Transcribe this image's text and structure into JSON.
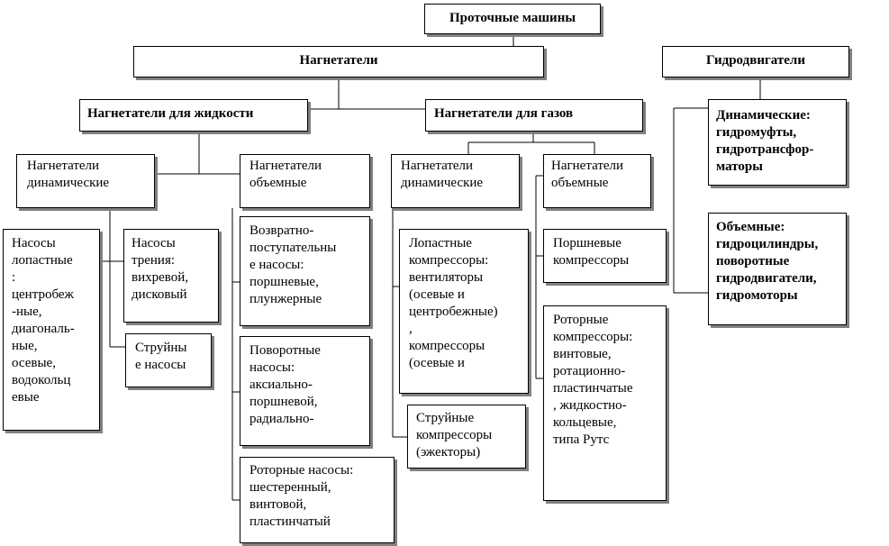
{
  "nodes": {
    "root": "Проточные машины",
    "pumps_compressors": "Нагнетатели",
    "hydromotors": "Гидродвигатели",
    "liquid": "Нагнетатели  для жидкости",
    "gas": "Нагнетатели  для газов",
    "liq_dynamic": "Нагнетатели\nдинамические",
    "liq_volumetric": "Нагнетатели\nобъемные",
    "gas_dynamic": "Нагнетатели\nдинамические",
    "gas_volumetric": "Нагнетатели\nобъемные",
    "vane_pumps": "Насосы\nлопастные\n:\nцентробеж\n-ные,\nдиагональ-\nные,\nосевые,\nводокольц\nевые",
    "friction_pumps": "Насосы\nтрения:\nвихревой,\nдисковый",
    "jet_pumps": "Струйны\nе насосы",
    "reciprocating": "Возвратно-\nпоступательны\nе насосы:\nпоршневые,\nплунжерные",
    "rotary_swing": "Поворотные\nнасосы:\nаксиально-\nпоршневой,\nрадиально-",
    "rotor_pumps": "Роторные насосы:\nшестеренный,\nвинтовой,\nпластинчатый",
    "vane_compressors": "Лопастные\nкомпрессоры:\nвентиляторы\n(осевые и\nцентробежные)\n,\nкомпрессоры\n(осевые и",
    "jet_compressors": "Струйные\nкомпрессоры\n(эжекторы)",
    "piston_compressors": "Поршневые\nкомпрессоры",
    "rotor_compressors": "Роторные\nкомпрессоры:\nвинтовые,\nротационно-\nпластинчатые\n, жидкостно-\nкольцевые,\nтипа Рутс",
    "dynamic_motors": "Динамические:\nгидромуфты,\nгидротрансфор-\nматоры",
    "volumetric_motors": "Объемные:\nгидроцилиндры,\nповоротные\nгидродвигатели,\nгидромоторы"
  }
}
